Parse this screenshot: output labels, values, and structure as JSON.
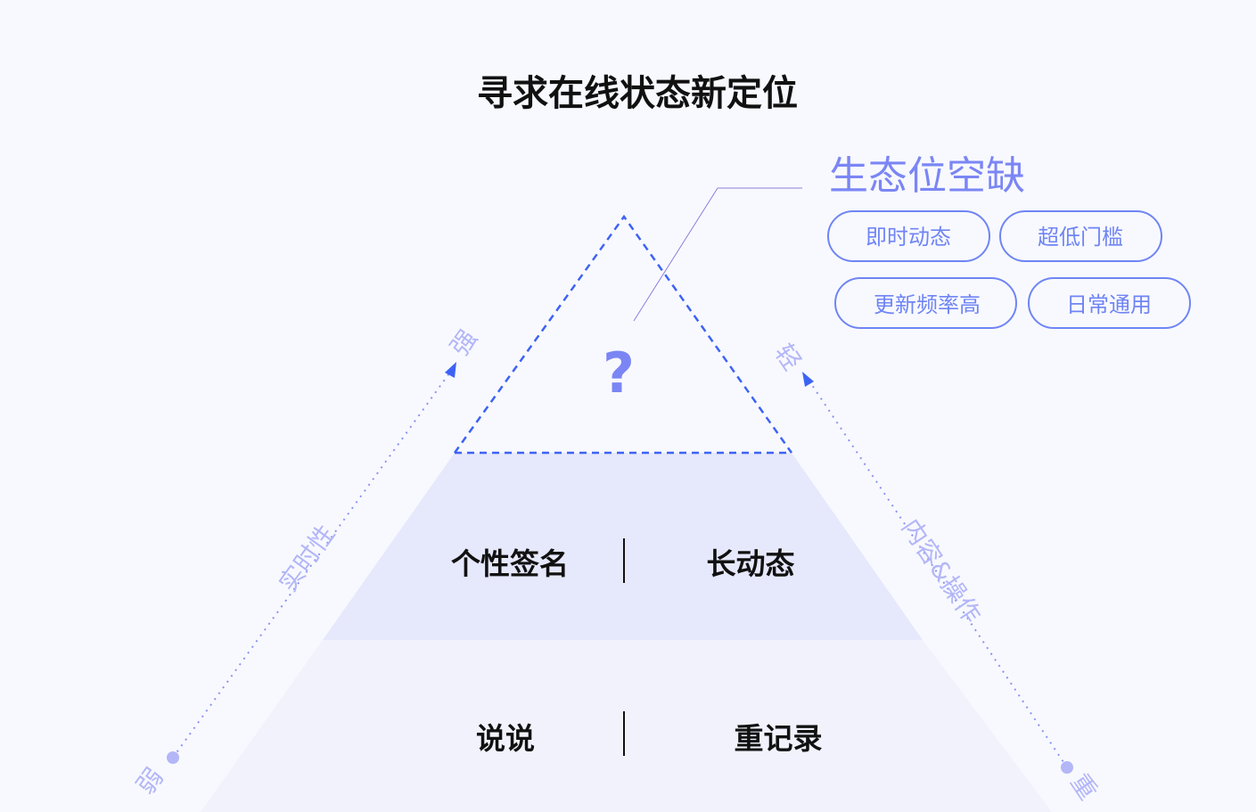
{
  "title": "寻求在线状态新定位",
  "gap": {
    "heading": "生态位空缺",
    "tags": [
      "即时动态",
      "超低门槛",
      "更新频率高",
      "日常通用"
    ],
    "unknown": "?"
  },
  "layers": {
    "middle": {
      "left": "个性签名",
      "right": "长动态"
    },
    "bottom": {
      "left": "说说",
      "right": "重记录"
    }
  },
  "left_axis": {
    "label": "实时性",
    "high": "强",
    "low": "弱"
  },
  "right_axis": {
    "label": "内容&操作",
    "high": "轻",
    "low": "重"
  },
  "colors": {
    "accent": "#3d63f5",
    "soft": "#b3b6f7",
    "middle_fill": "#e6e8fc",
    "bottom_fill": "#f1f2fc"
  }
}
